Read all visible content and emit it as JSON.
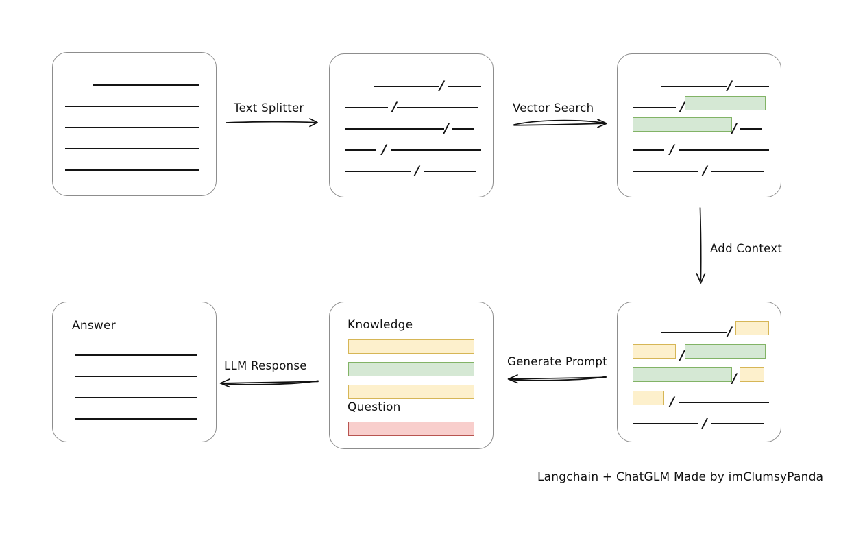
{
  "diagram": {
    "caption": "Langchain + ChatGLM Made by imClumsyPanda",
    "colors": {
      "green_fill": "#d5e8d4",
      "green_stroke": "#82b366",
      "yellow_fill": "#fdf0cc",
      "yellow_stroke": "#d6b656",
      "red_fill": "#f8cecc",
      "red_stroke": "#b85450",
      "line": "#141414",
      "card_border": "#8d8d8d",
      "background": "#ffffff"
    },
    "nodes": {
      "source_document": {
        "name": "source-document",
        "label": "",
        "lines": 5,
        "description": "Unsplit source document with five plain text lines"
      },
      "split_document": {
        "name": "split-document",
        "label": "",
        "lines": 5,
        "description": "Document after text splitting, each line divided by a slash separator"
      },
      "matched_document": {
        "name": "matched-document",
        "label": "",
        "lines": 5,
        "highlights": "two green matched chunks",
        "description": "Document chunks with vector-search matches highlighted in green"
      },
      "context_document": {
        "name": "context-document",
        "label": "",
        "lines": 5,
        "highlights": "two green matched chunks plus four yellow context chunks",
        "description": "Matched chunks plus surrounding added context highlighted in yellow"
      },
      "prompt": {
        "name": "prompt-card",
        "knowledge_label": "Knowledge",
        "question_label": "Question",
        "knowledge_bars": [
          "yellow",
          "green",
          "yellow"
        ],
        "question_bars": [
          "red"
        ]
      },
      "answer": {
        "name": "answer-card",
        "label": "Answer",
        "lines": 4
      }
    },
    "edges": [
      {
        "id": "text-splitter",
        "label": "Text Splitter",
        "from": "source_document",
        "to": "split_document",
        "direction": "right"
      },
      {
        "id": "vector-search",
        "label": "Vector Search",
        "from": "split_document",
        "to": "matched_document",
        "direction": "right"
      },
      {
        "id": "add-context",
        "label": "Add Context",
        "from": "matched_document",
        "to": "context_document",
        "direction": "down"
      },
      {
        "id": "generate-prompt",
        "label": "Generate Prompt",
        "from": "context_document",
        "to": "prompt",
        "direction": "left"
      },
      {
        "id": "llm-response",
        "label": "LLM Response",
        "from": "prompt",
        "to": "answer",
        "direction": "left"
      }
    ]
  }
}
